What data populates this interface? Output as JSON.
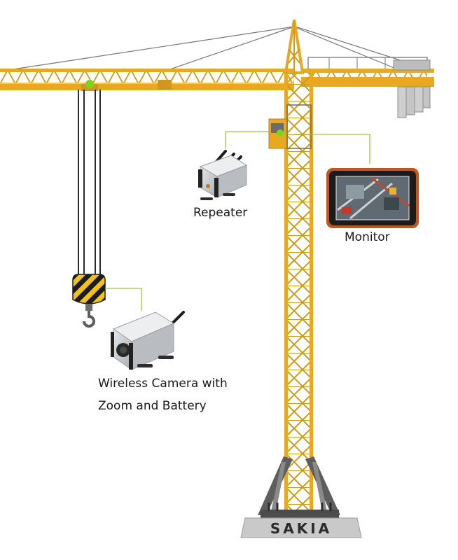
{
  "labels": {
    "repeater": "Repeater",
    "monitor": "Monitor",
    "camera_line1": "Wireless Camera with",
    "camera_line2": "Zoom and Battery"
  },
  "brand": {
    "base_text": "SAKIA"
  },
  "colors": {
    "crane_yellow": "#e8a920",
    "crane_dark": "#b7801a",
    "connector_line": "#9bc33c",
    "indicator_green": "#7ed321",
    "device_silver": "#c9ccd0",
    "base_concrete": "#c9c9c9"
  },
  "icons": {
    "repeater": "wireless-repeater-icon",
    "monitor": "tablet-monitor-icon",
    "camera": "wireless-camera-icon"
  }
}
